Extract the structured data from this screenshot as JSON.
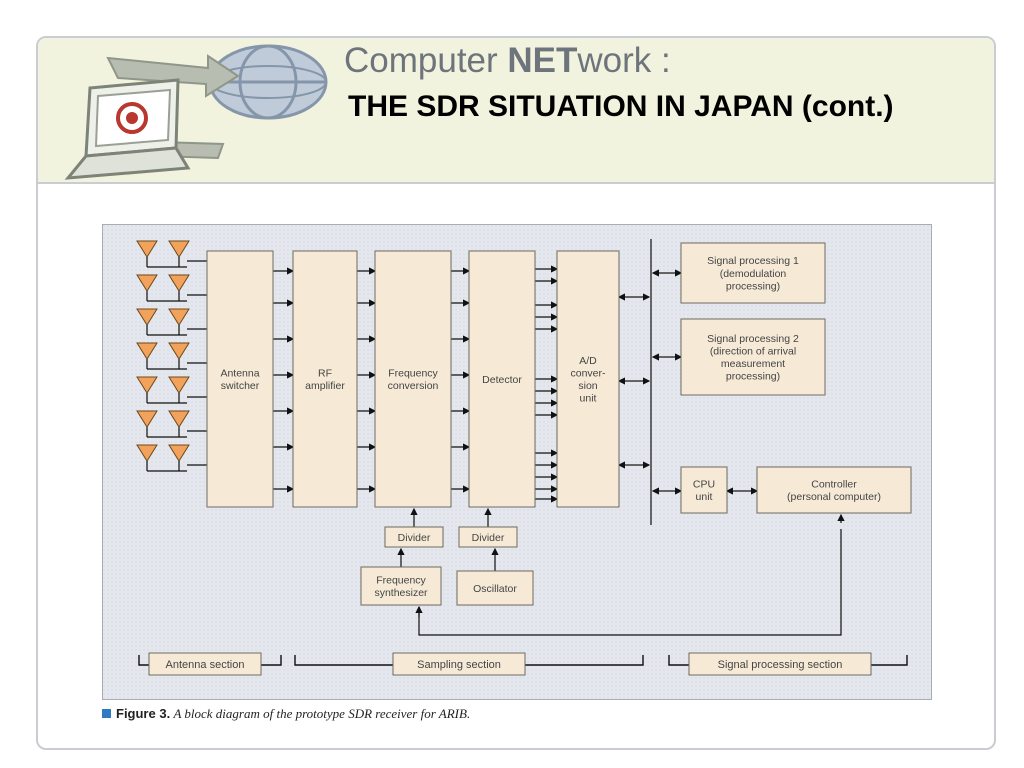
{
  "header": {
    "brand": "Computer NETwork :",
    "brand_plain_1": "Computer ",
    "brand_bold": "NET",
    "brand_plain_2": "work :",
    "title": "THE SDR SITUATION IN JAPAN (cont.)"
  },
  "diagram": {
    "blocks": {
      "antenna_switcher": [
        "Antenna",
        "switcher"
      ],
      "rf_amplifier": [
        "RF",
        "amplifier"
      ],
      "frequency_conversion": [
        "Frequency",
        "conversion"
      ],
      "detector": [
        "Detector"
      ],
      "ad_conversion": [
        "A/D",
        "conver-",
        "sion",
        "unit"
      ],
      "signal_processing_1": [
        "Signal processing 1",
        "(demodulation",
        "processing)"
      ],
      "signal_processing_2": [
        "Signal processing 2",
        "(direction of arrival",
        "measurement",
        "processing)"
      ],
      "cpu_unit": [
        "CPU",
        "unit"
      ],
      "controller": [
        "Controller",
        "(personal computer)"
      ],
      "divider_1": [
        "Divider"
      ],
      "divider_2": [
        "Divider"
      ],
      "frequency_synthesizer": [
        "Frequency",
        "synthesizer"
      ],
      "oscillator": [
        "Oscillator"
      ]
    },
    "sections": {
      "antenna": "Antenna section",
      "sampling": "Sampling section",
      "signal_processing": "Signal processing section"
    },
    "colors": {
      "block_fill": "#f6ead7",
      "background": "#e2e5ec",
      "antenna": "#f2a25a",
      "line": "#111111"
    }
  },
  "caption": {
    "label": "Figure 3.",
    "text": "A block diagram of the prototype SDR receiver for ARIB."
  }
}
